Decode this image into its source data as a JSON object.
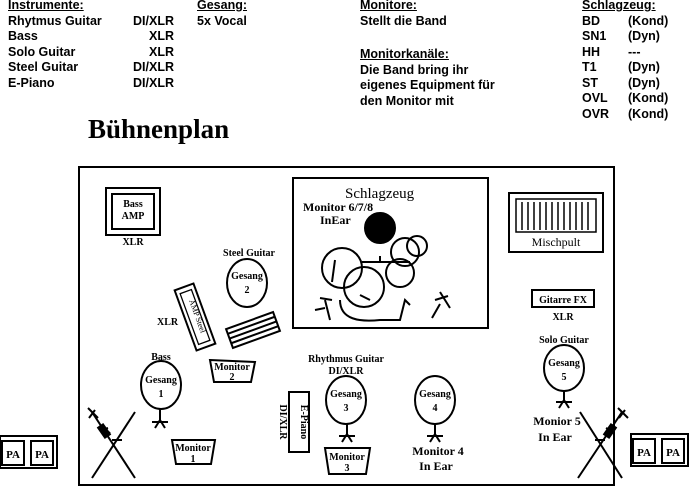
{
  "instrumente": {
    "heading": "Instrumente:",
    "rows": [
      [
        "Rhytmus Guitar",
        "DI/XLR"
      ],
      [
        "Bass",
        "XLR"
      ],
      [
        "Solo Guitar",
        "XLR"
      ],
      [
        "Steel Guitar",
        "DI/XLR"
      ],
      [
        "E-Piano",
        "DI/XLR"
      ]
    ]
  },
  "gesang": {
    "heading": "Gesang:",
    "value": "5x Vocal"
  },
  "monitore": {
    "heading": "Monitore:",
    "value": "Stellt die Band"
  },
  "monitorkanaele": {
    "heading": "Monitorkanäle:",
    "lines": [
      "Die Band bring ihr",
      "eigenes Equipment für",
      "den Monitor mit"
    ]
  },
  "schlagzeug": {
    "heading": "Schlagzeug:",
    "rows": [
      [
        "BD",
        "(Kond)"
      ],
      [
        "SN1",
        "(Dyn)"
      ],
      [
        "HH",
        "---"
      ],
      [
        "T1",
        "(Dyn)"
      ],
      [
        "ST",
        "(Dyn)"
      ],
      [
        "OVL",
        "(Kond)"
      ],
      [
        "OVR",
        "(Kond)"
      ]
    ]
  },
  "title": "Bühnenplan",
  "stage": {
    "drum_label": "Schlagzeug",
    "drum_monitor": [
      "Monitor 6/7/8",
      "InEar"
    ],
    "bass_amp": [
      "Bass",
      "AMP"
    ],
    "bass_amp_conn": "XLR",
    "mischpult": "Mischpult",
    "steel_guitar": "Steel Guitar",
    "amp_steel": "AMP Steel",
    "steel_conn": "XLR",
    "gitarre_fx": "Gitarre FX",
    "gitarre_fx_conn": "XLR",
    "bass_label": "Bass",
    "rhythm_label": [
      "Rhythmus Guitar",
      "DI/XLR"
    ],
    "solo_label": "Solo Guitar",
    "epiano": "E-Piano",
    "epiano_conn": "DI/XLR",
    "gesang": [
      "Gesang",
      "1",
      "2",
      "3",
      "4",
      "5"
    ],
    "monitor1": [
      "Monitor",
      "1"
    ],
    "monitor2": [
      "Monitor",
      "2"
    ],
    "monitor3": [
      "Monitor",
      "3"
    ],
    "monitor4": [
      "Monitor 4",
      "In Ear"
    ],
    "monitor5": [
      "Monior 5",
      "In Ear"
    ],
    "pa": "PA"
  }
}
